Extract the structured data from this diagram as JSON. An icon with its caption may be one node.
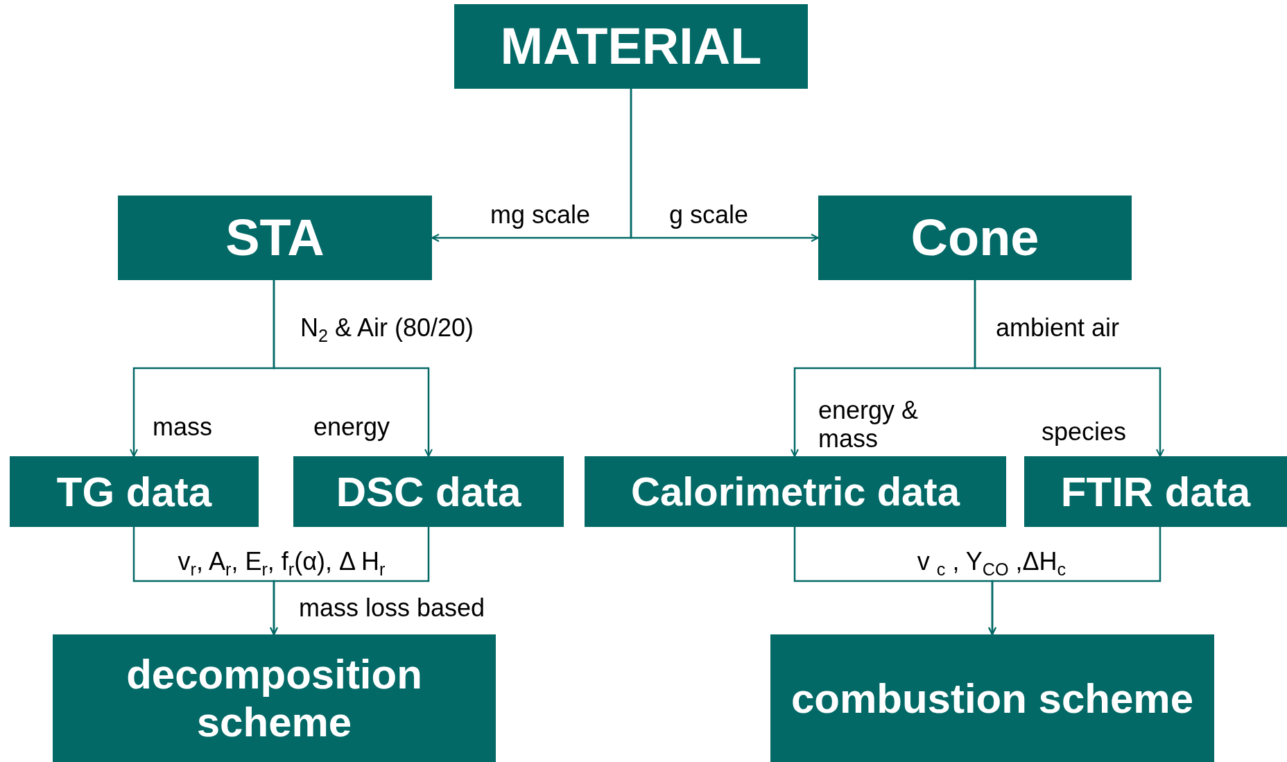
{
  "diagram": {
    "nodes": [
      {
        "text": [
          "MATERIAL"
        ]
      },
      {
        "text": [
          "STA"
        ]
      },
      {
        "text": [
          "Cone"
        ]
      },
      {
        "text": [
          "TG data"
        ]
      },
      {
        "text": [
          "DSC data"
        ]
      },
      {
        "text": [
          "Calorimetric data"
        ]
      },
      {
        "text": [
          "FTIR data"
        ]
      },
      {
        "text": [
          "decomposition scheme"
        ]
      },
      {
        "text": [
          "combustion scheme"
        ]
      }
    ],
    "edges": [
      {
        "from": 0,
        "to": 1,
        "arrow": "to",
        "label": "mg scale"
      },
      {
        "from": 0,
        "to": 2,
        "arrow": "to",
        "label": "g scale"
      },
      {
        "from": 1,
        "to": 3,
        "arrow": "to",
        "label": "mass"
      },
      {
        "from": 1,
        "to": 4,
        "arrow": "to",
        "label": "energy"
      },
      {
        "from": 2,
        "to": 5,
        "arrow": "to",
        "label": "energy & mass"
      },
      {
        "from": 2,
        "to": 6,
        "arrow": "to",
        "label": "species"
      },
      {
        "from": 3,
        "to": 7,
        "arrow": "to"
      },
      {
        "from": 4,
        "to": 7,
        "arrow": "to"
      },
      {
        "from": 5,
        "to": 8,
        "arrow": "to"
      },
      {
        "from": 6,
        "to": 8,
        "arrow": "to"
      }
    ],
    "labels": [
      "N$_{2}$ & Air (80/20)",
      "ambient air",
      "v$_{r}$, A$_{r}$, E$_{r}$, f$_{r}$(α), Δ H$_{r}$",
      "mass loss based",
      "v $_{c}$ , Y$_{CO}$ ,ΔH$_{c}$"
    ]
  }
}
